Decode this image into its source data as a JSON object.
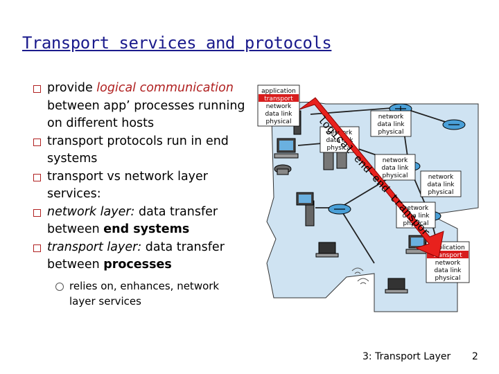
{
  "slide": {
    "title": "Transport services and protocols",
    "footer": "3: Transport Layer",
    "page_number": "2"
  },
  "bullets": {
    "b1_pre": "provide ",
    "b1_em": "logical communication",
    "b1_post": " between app’ processes running on different hosts",
    "b2": "transport protocols run in end systems",
    "b3": "transport vs network layer services:",
    "b4_it": "network layer:",
    "b4_post": " data transfer between ",
    "b4_bold": "end systems",
    "b5_it": "transport layer:",
    "b5_post": " data transfer between ",
    "b5_bold": "processes",
    "sub1": "relies on, enhances, network layer services"
  },
  "diagram": {
    "arrow_label": "logical end-end transport",
    "host_stack": [
      "application",
      "transport",
      "network",
      "data link",
      "physical"
    ],
    "router_stack": [
      "network",
      "data link",
      "physical"
    ],
    "colors": {
      "network_cloud": "#cfe3f2",
      "arrow": "#e8211d",
      "transport_highlight": "#d81d1d",
      "bullet": "#b02020",
      "title": "#1a1a8c"
    }
  }
}
